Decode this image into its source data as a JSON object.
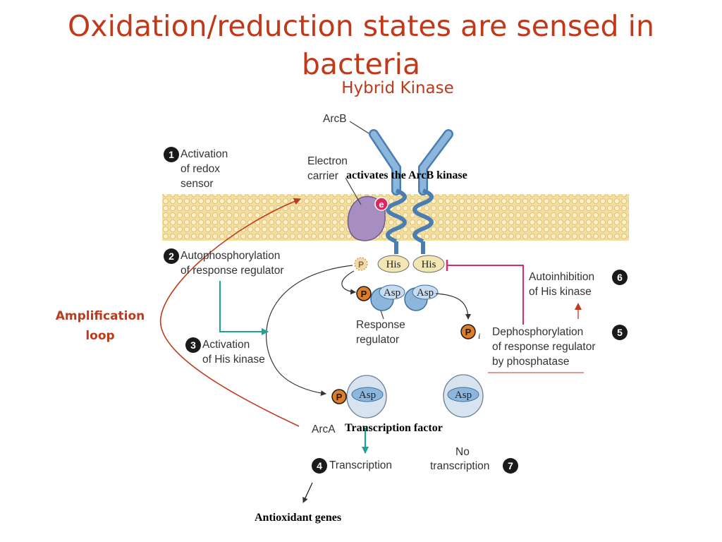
{
  "slide": {
    "title_line1": "Oxidation/reduction states are sensed in",
    "title_line2": "bacteria",
    "subtitle": "Hybrid Kinase"
  },
  "labels": {
    "arcb": "ArcB",
    "electron_line1": "Electron",
    "electron_line2": "carrier",
    "activates": "activates the ArcB kinase",
    "electron_badge": "e",
    "his": "His",
    "asp": "Asp",
    "p": "P",
    "pi_sub": "i",
    "response_line1": "Response",
    "response_line2": "regulator",
    "arca": "ArcA",
    "transcription_factor": "Transcription factor",
    "antioxidant": "Antioxidant genes",
    "amplification_line1": "Amplification",
    "amplification_line2": "loop"
  },
  "steps": [
    {
      "num": "1",
      "line1": "Activation",
      "line2": "of redox",
      "line3": "sensor"
    },
    {
      "num": "2",
      "line1": "Autophosphorylation",
      "line2": "of response regulator"
    },
    {
      "num": "3",
      "line1": "Activation",
      "line2": "of His kinase"
    },
    {
      "num": "4",
      "line1": "Transcription"
    },
    {
      "num": "5",
      "line1": "Dephosphorylation",
      "line2": "of response regulator",
      "line3": "by phosphatase"
    },
    {
      "num": "6",
      "line1": "Autoinhibition",
      "line2": "of His kinase"
    },
    {
      "num": "7",
      "line1": "No",
      "line2": "transcription"
    }
  ],
  "colors": {
    "title": "#c0391b",
    "membrane": "#f3dea0",
    "protein": "#7aa5cf",
    "electron_carrier": "#a78ec0",
    "phosphate": "#e07b26",
    "teal_arrow": "#1aa396",
    "inhibition": "#d92a6a"
  }
}
